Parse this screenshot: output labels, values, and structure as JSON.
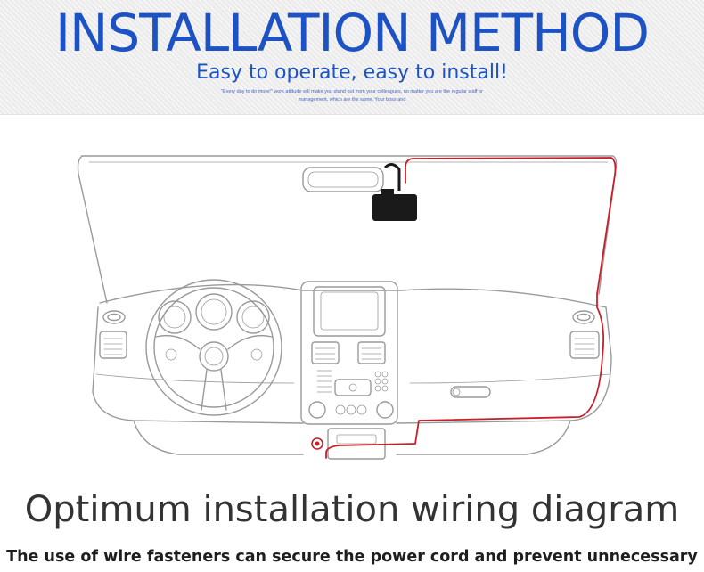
{
  "banner": {
    "title": "INSTALLATION METHOD",
    "subtitle": "Easy to operate, easy to install!",
    "small_text": "\"Every day to do more!\" work attitude will make you stand out from your colleagues, no matter you are the regular staff or management, which are the same. Your boss and"
  },
  "diagram": {
    "cable_color": "#c8202a",
    "line_color": "#9a9a9a",
    "device_color": "#1a1a1a"
  },
  "heading": "Optimum installation wiring diagram",
  "caption": "The use of wire fasteners can secure the power cord and prevent unnecessary haz-"
}
